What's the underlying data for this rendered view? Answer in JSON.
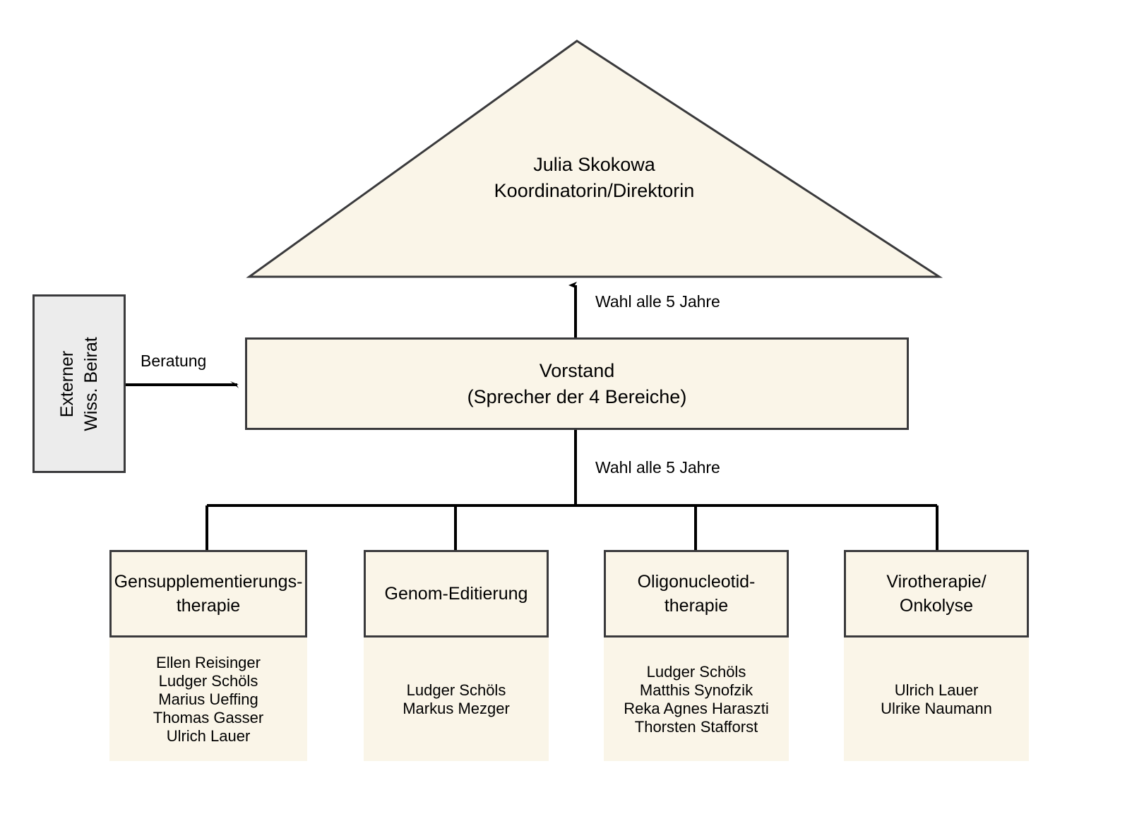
{
  "diagram": {
    "title_node": {
      "name": "Julia Skokowa",
      "role": "Koordinatorin/Direktorin"
    },
    "advisory_board": {
      "line1": "Externer",
      "line2": "Wiss. Beirat"
    },
    "board": {
      "line1": "Vorstand",
      "line2": "(Sprecher der 4 Bereiche)"
    },
    "edges": {
      "beratung": "Beratung",
      "wahl_top": "Wahl alle 5 Jahre",
      "wahl_bottom": "Wahl alle 5 Jahre"
    },
    "departments": [
      {
        "title_line1": "Gensupplementierungs-",
        "title_line2": "therapie",
        "members": [
          "Ellen Reisinger",
          "Ludger Schöls",
          "Marius Ueffing",
          "Thomas Gasser",
          "Ulrich Lauer"
        ]
      },
      {
        "title_line1": "Genom-Editierung",
        "title_line2": "",
        "members": [
          "Ludger Schöls",
          "Markus Mezger"
        ]
      },
      {
        "title_line1": "Oligonucleotid-",
        "title_line2": "therapie",
        "members": [
          "Ludger Schöls",
          "Matthis Synofzik",
          "Reka Agnes Haraszti",
          "Thorsten Stafforst"
        ]
      },
      {
        "title_line1": "Virotherapie/",
        "title_line2": "Onkolyse",
        "members": [
          "Ulrich Lauer",
          "Ulrike Naumann"
        ]
      }
    ],
    "colors": {
      "node_fill": "#faf5e8",
      "advisory_fill": "#ececec",
      "border": "#3a3a3c",
      "connector": "#000000",
      "text": "#000000",
      "background": "#ffffff"
    }
  }
}
